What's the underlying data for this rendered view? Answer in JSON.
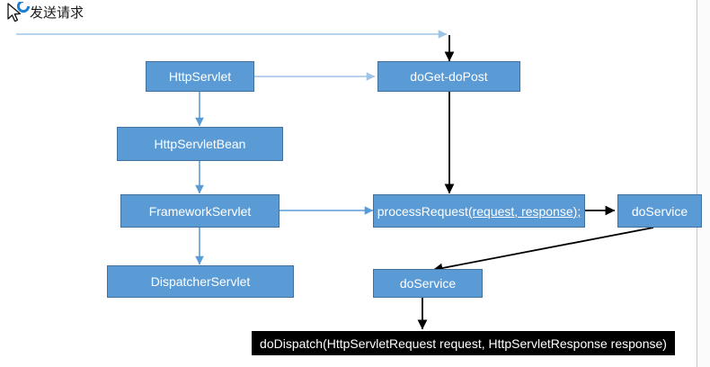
{
  "header": {
    "label": "发送请求",
    "cursor_icon": "mouse-pointer-busy-icon"
  },
  "colors": {
    "box_fill": "#5B9BD5",
    "box_border": "#41719C",
    "box_text": "#FFFFFF",
    "blue_arrow": "#5B9BD5",
    "light_blue_arrow": "#9DC3E6",
    "black_arrow": "#000000",
    "dark_box_fill": "#000000",
    "divider": "#C8C8C8",
    "background": "#FFFFFF"
  },
  "nodes": {
    "http_servlet": "HttpServlet",
    "doget_dopost": "doGet-doPost",
    "http_servlet_bean": "HttpServletBean",
    "framework_servlet": "FrameworkServlet",
    "process_request_prefix": "processRequest",
    "process_request_args": "(request, response);",
    "do_service_right": "doService",
    "dispatcher_servlet": "DispatcherServlet",
    "do_service_bottom": "doService",
    "do_dispatch": "doDispatch(HttpServletRequest request, HttpServletResponse response)"
  },
  "edges": [
    {
      "name": "request-entry-arrow",
      "from": "left-edge",
      "to": "doGet-doPost",
      "color": "#9DC3E6"
    },
    {
      "name": "httpservlet-to-doget-arrow",
      "from": "HttpServlet",
      "to": "doGet-doPost",
      "color": "#9DC3E6"
    },
    {
      "name": "doget-to-processrequest-arrow",
      "from": "doGet-doPost",
      "to": "processRequest",
      "color": "#000000"
    },
    {
      "name": "httpservlet-to-bean-arrow",
      "from": "HttpServlet",
      "to": "HttpServletBean",
      "color": "#5B9BD5"
    },
    {
      "name": "bean-to-framework-arrow",
      "from": "HttpServletBean",
      "to": "FrameworkServlet",
      "color": "#5B9BD5"
    },
    {
      "name": "framework-to-dispatcher-arrow",
      "from": "FrameworkServlet",
      "to": "DispatcherServlet",
      "color": "#5B9BD5"
    },
    {
      "name": "framework-to-processrequest-arrow",
      "from": "FrameworkServlet",
      "to": "processRequest",
      "color": "#5B9BD5"
    },
    {
      "name": "processrequest-to-doservice-arrow",
      "from": "processRequest",
      "to": "doService",
      "color": "#000000"
    },
    {
      "name": "doservice-to-doservice-arrow",
      "from": "doService-right",
      "to": "doService-bottom",
      "color": "#000000"
    },
    {
      "name": "doservice-to-dodispatch-arrow",
      "from": "doService-bottom",
      "to": "doDispatch",
      "color": "#000000"
    }
  ]
}
